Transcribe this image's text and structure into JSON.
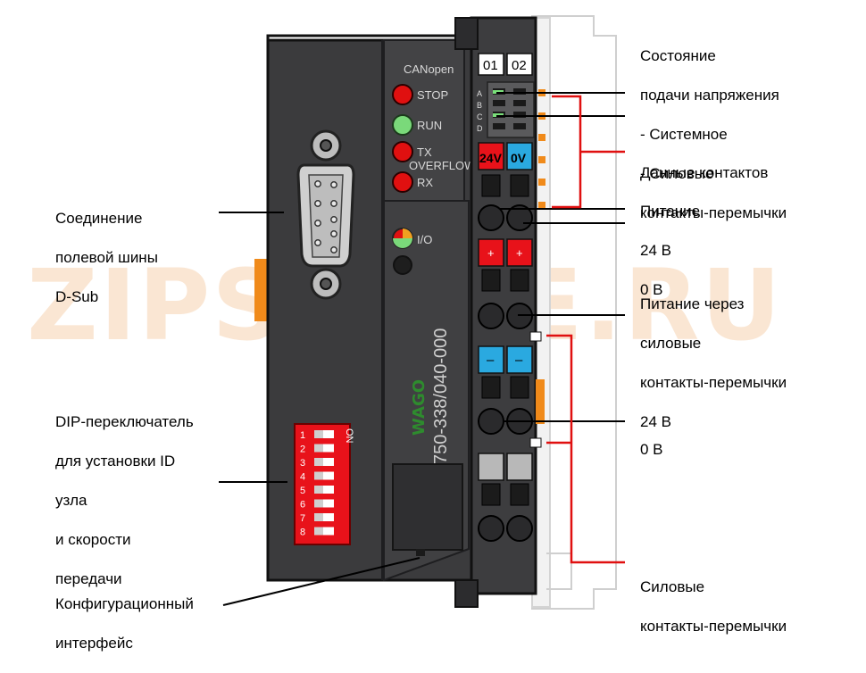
{
  "watermark": "ZIPSTORE.RU",
  "device": {
    "bus_label": "CANopen",
    "leds": [
      {
        "label": "STOP",
        "color": "#e01010"
      },
      {
        "label": "RUN",
        "color": "#7ad97a"
      },
      {
        "label": "TX",
        "color": "#e01010"
      },
      {
        "label": "OVERFLOW",
        "color": ""
      },
      {
        "label": "RX",
        "color": "#e01010"
      },
      {
        "label": "I/O",
        "color": "multicolor"
      }
    ],
    "model": "750-338/040-000",
    "brand": "WAGO",
    "channels": [
      "01",
      "02"
    ],
    "status_rows": [
      "A",
      "B",
      "C",
      "D"
    ],
    "supply_labels": [
      "24V",
      "0V"
    ],
    "plus_sign": "+",
    "minus_sign": "–",
    "dip_on_label": "ON",
    "dip_numbers": [
      "1",
      "2",
      "3",
      "4",
      "5",
      "6",
      "7",
      "8"
    ]
  },
  "annotations": {
    "dsub": [
      "Соединение",
      "полевой шины",
      "D-Sub"
    ],
    "dip": [
      "DIP-переключатель",
      "для установки ID",
      "узла",
      "и скорости",
      "передачи"
    ],
    "config": [
      "Конфигурационный",
      "интерфейс"
    ],
    "status": [
      "Состояние",
      "подачи напряжения",
      "- Системное",
      "- Силовые",
      "контакты-перемычки"
    ],
    "contacts": [
      "Данные контактов"
    ],
    "supply": [
      "Питание",
      "24 В",
      "0 В"
    ],
    "power_jumper": [
      "Питание через",
      "силовые",
      "контакты-перемычки",
      "24 В"
    ],
    "zero_v": [
      "0 В"
    ],
    "power_contacts": [
      "Силовые",
      "контакты-перемычки"
    ]
  },
  "colors": {
    "housing": "#3a3a3c",
    "housing_edge": "#1c1c1e",
    "red_terminal": "#e8121a",
    "blue_terminal": "#2aa9e0",
    "gray_terminal": "#b8b8b8",
    "accent_line": "#e01010",
    "dip_red": "#e8121a"
  }
}
